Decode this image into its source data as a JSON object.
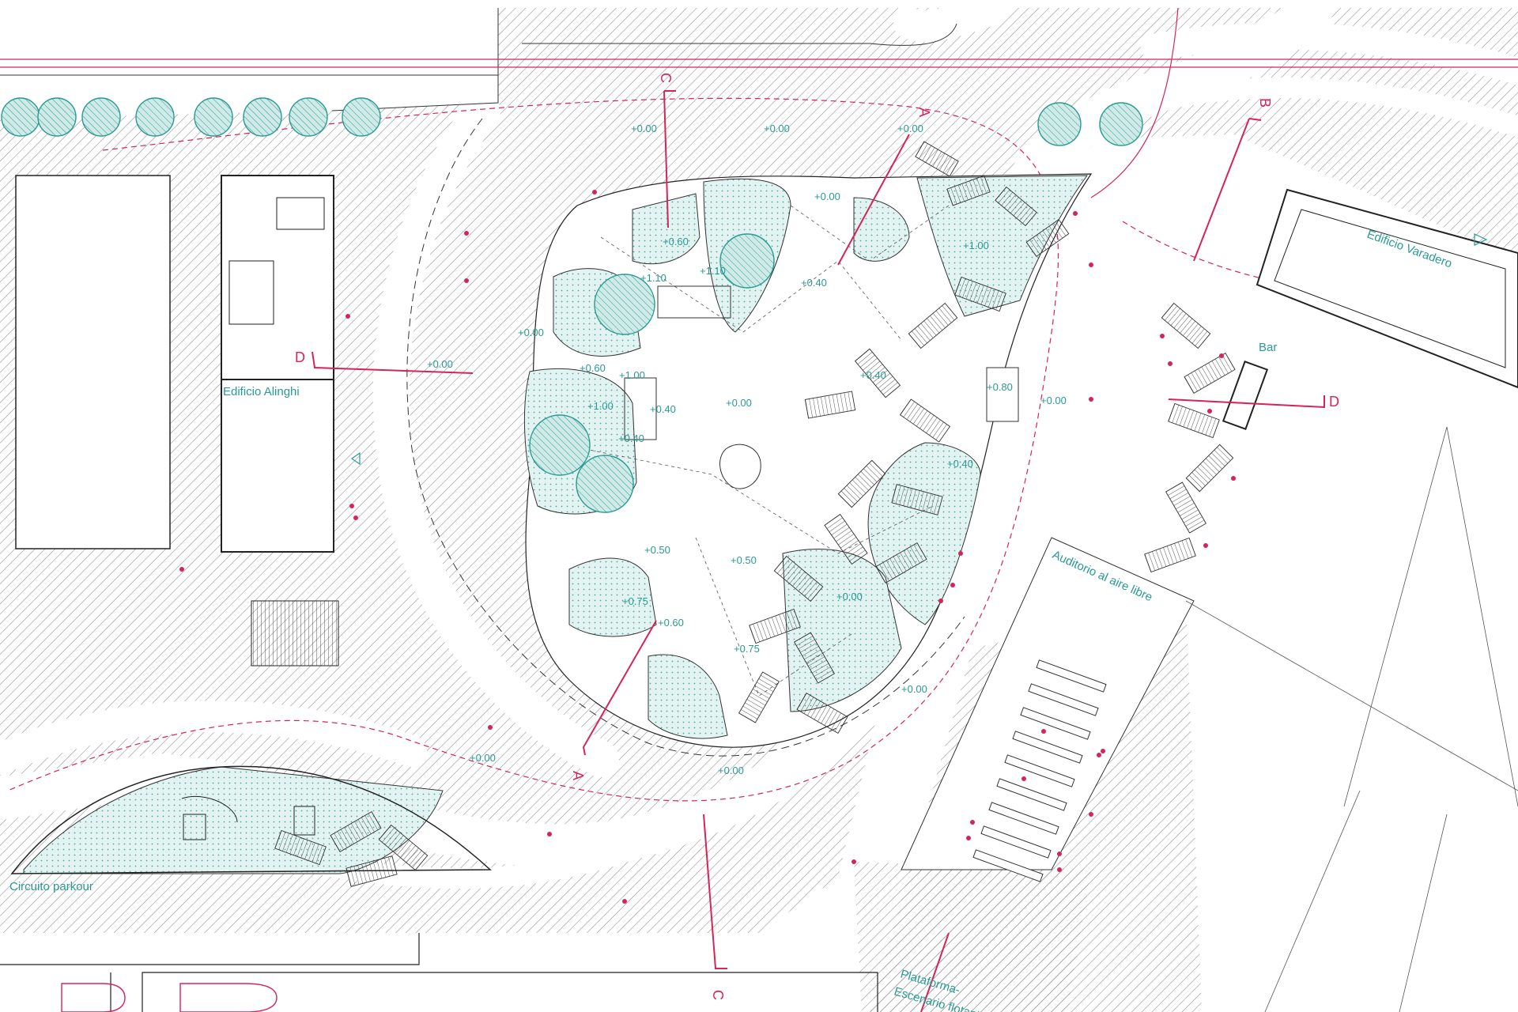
{
  "labels": {
    "edificio_alinghi": "Edificio Alinghi",
    "edificio_varadero": "Edificio Varadero",
    "bar": "Bar",
    "auditorio": "Auditorio al aire libre",
    "circuito_parkour": "Circuito parkour",
    "plataforma_line1": "Plataforma-",
    "plataforma_line2": "Escenario flotante"
  },
  "elevations": [
    "+0.00",
    "+0.00",
    "+0.00",
    "+0.00",
    "+0.60",
    "+1.10",
    "+1.10",
    "+0.40",
    "+1.00",
    "+0.00",
    "+0.60",
    "+1.00",
    "+0.40",
    "+1.00",
    "+0.40",
    "+0.00",
    "+0.40",
    "+0.80",
    "+0.00",
    "+0.00",
    "+0.40",
    "+0.50",
    "+0.50",
    "+0.75",
    "+0.60",
    "+0.00",
    "+0.75",
    "+0.00",
    "+0.00",
    "+0.00"
  ],
  "section_markers": [
    "A",
    "A",
    "B",
    "C",
    "C",
    "D",
    "D"
  ],
  "colors": {
    "teal": "#2a9a94",
    "teal_fill": "#cfeae7",
    "red": "#d6245a",
    "hatch": "#777777",
    "line": "#222222"
  }
}
